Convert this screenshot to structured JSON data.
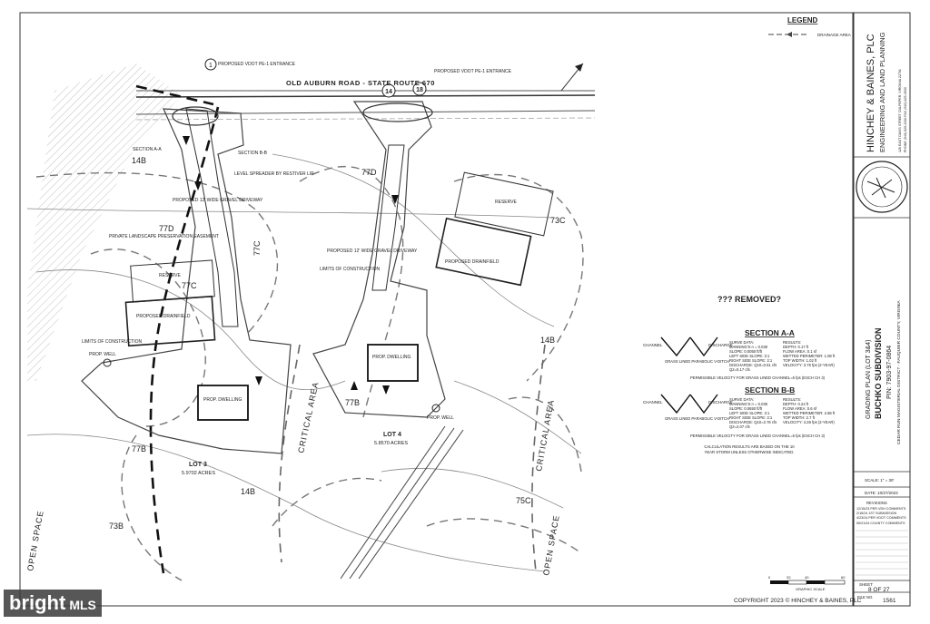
{
  "legend": {
    "title": "LEGEND",
    "item": "DRAINAGE AREA"
  },
  "road": {
    "name": "OLD AUBURN ROAD - STATE ROUTE 670"
  },
  "soils": [
    "14B",
    "77D",
    "77D",
    "73C",
    "77C",
    "77C",
    "77B",
    "14B",
    "77B",
    "14B",
    "73B",
    "75C"
  ],
  "labels": {
    "section_aa_mark": "SECTION A-A",
    "section_bb_mark": "SECTION B-B",
    "reserve_left": "RESERVE",
    "drainfield_left": "PROPOSED DRAINFIELD",
    "reserve_right": "RESERVE",
    "drainfield_right": "PROPOSED DRAINFIELD",
    "dwelling_left": "PROP. DWELLING",
    "dwelling_right": "PROP. DWELLING",
    "well_left": "PROP. WELL",
    "well_right": "PROP. WELL",
    "lot3_name": "LOT 3",
    "lot3_area": "5.9702 ACRES",
    "lot4_name": "LOT 4",
    "lot4_area": "5.8570 ACRES",
    "critical_area_1": "CRITICAL AREA",
    "critical_area_2": "CRITICAL AREA",
    "open_space_1": "OPEN SPACE",
    "open_space_2": "OPEN SPACE",
    "driveway_left": "PROPOSED 12' WIDE GRAVEL DRIVEWAY",
    "driveway_right": "PROPOSED 12' WIDE GRAVEL DRIVEWAY",
    "lod_left": "LIMITS OF CONSTRUCTION",
    "lod_right": "LIMITS OF CONSTRUCTION",
    "entrance_left": "PROPOSED VDOT PE-1 ENTRANCE",
    "entrance_right": "PROPOSED VDOT PE-1 ENTRANCE",
    "level_spreader": "LEVEL SPREADER BY RESTIVER LIP",
    "landscape_easement": "PRIVATE LANDSCAPE PRESERVATION EASEMENT",
    "marker_1": "1",
    "marker_14": "14",
    "marker_18": "18"
  },
  "removed_note": "??? REMOVED?",
  "section_aa": {
    "title": "SECTION A-A",
    "caption": "GRASS LINED PARABOLIC V-DITCH",
    "left_lines": [
      "SURVE DATA:",
      "MANNING'S n = 0.030",
      "SLOPE: 0.0050 ft/ft",
      "LEFT SIDE SLOPE: 3:1",
      "RIGHT SIDE SLOPE: 3:1",
      "DISCHARGE: Q10=0.51 cfs",
      "Q2=0.17 cfs"
    ],
    "right_lines": [
      "RESULTS:",
      "DEPTH: 0.17 ft",
      "FLOW AREA: 0.1 sf",
      "WETTED PERIMETER: 1.08 ft",
      "TOP WIDTH: 1.02 ft",
      "VELOCITY: 3.76 fps (2-YEAR)"
    ],
    "velocity_note": "PERMISSIBLE VELOCITY FOR GRASS LINED CHANNEL=5 fps (ESCH CH 3)"
  },
  "section_bb": {
    "title": "SECTION B-B",
    "caption": "GRASS LINED PARABOLIC V-DITCH",
    "left_lines": [
      "SURVE DATA:",
      "MANNING'S n = 0.030",
      "SLOPE: 0.0650 ft/ft",
      "LEFT SIDE SLOPE: 3:1",
      "RIGHT SIDE SLOPE: 3:1",
      "DISCHARGE: Q10=2.76 cfs",
      "Q2=2.07 cfs"
    ],
    "right_lines": [
      "RESULTS:",
      "DEPTH: 0.24 ft",
      "FLOW AREA: 0.6 sf",
      "WETTED PERIMETER: 2.66 ft",
      "TOP WIDTH: 2.7 ft",
      "VELOCITY: 4.26 fps (2-YEAR)"
    ],
    "velocity_note": "PERMISSIBLE VELOCITY FOR GRASS LINED CHANNEL=5 fps (ESCH CH 3)"
  },
  "calc_note": "CALCULATION RESULTS ARE BASED ON THE 10 YEAR STORM UNLESS OTHERWISE INDICATED.",
  "channel_labels": {
    "left": "CHANNEL",
    "right": "DISCHARGE"
  },
  "scale_bar": {
    "ticks": [
      "0",
      "20",
      "40",
      "60"
    ],
    "caption": "GRAPHIC SCALE"
  },
  "copyright": "COPYRIGHT 2023 © HINCHEY & BAINES, PLC",
  "title_block": {
    "firm_name": "HINCHEY & BAINES, PLC",
    "firm_tagline": "ENGINEERING AND LAND PLANNING",
    "firm_address": "126 EAST DAVIS STREET CULPEPER, VIRGINIA 22701",
    "firm_phone": "PHONE (540) 825-2330  FAX (540) 825-3530",
    "sheet_title": "GRADING PLAN (LOT 3&4)",
    "project": "BUCHKO SUBDIVISION",
    "pin": "PIN: 7903-97-0864",
    "location": "CEDAR RUN MAGISTERIAL DISTRICT - FAUQUIER COUNTY, VIRGINIA",
    "scale": "SCALE: 1\" = 30'",
    "date": "DATE: 10/27/2023",
    "revisions_label": "REVISIONS",
    "revisions": [
      "12/15/23 PER VDH COMMENTS",
      "2/16/24 1ST SUBMISSION",
      "4/23/24 PER VDOT COMMENTS",
      "05/21/24 COUNTY COMMENTS"
    ],
    "sheet_label": "SHEET",
    "sheet_number": "8 OF 27",
    "file_label": "FILE NO.",
    "file_number": "1561"
  },
  "watermark": {
    "brand": "bright",
    "suffix": "MLS"
  }
}
